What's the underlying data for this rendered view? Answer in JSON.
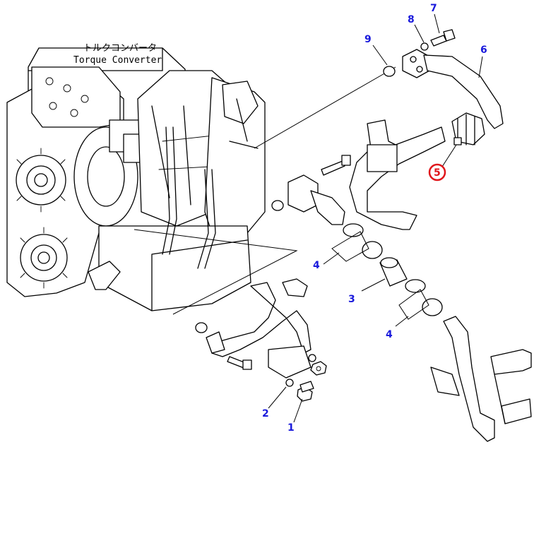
{
  "diagram": {
    "label_jp": "トルクコンバータ",
    "label_en": "Torque Converter",
    "callout_color": "#1a1adc",
    "highlight_color": "#e0161b",
    "callouts": [
      {
        "id": "1",
        "label": "1"
      },
      {
        "id": "2",
        "label": "2"
      },
      {
        "id": "3",
        "label": "3"
      },
      {
        "id": "4a",
        "label": "4"
      },
      {
        "id": "4b",
        "label": "4"
      },
      {
        "id": "5",
        "label": "5",
        "highlighted": true
      },
      {
        "id": "6",
        "label": "6"
      },
      {
        "id": "7",
        "label": "7"
      },
      {
        "id": "8",
        "label": "8"
      },
      {
        "id": "9",
        "label": "9"
      }
    ]
  }
}
